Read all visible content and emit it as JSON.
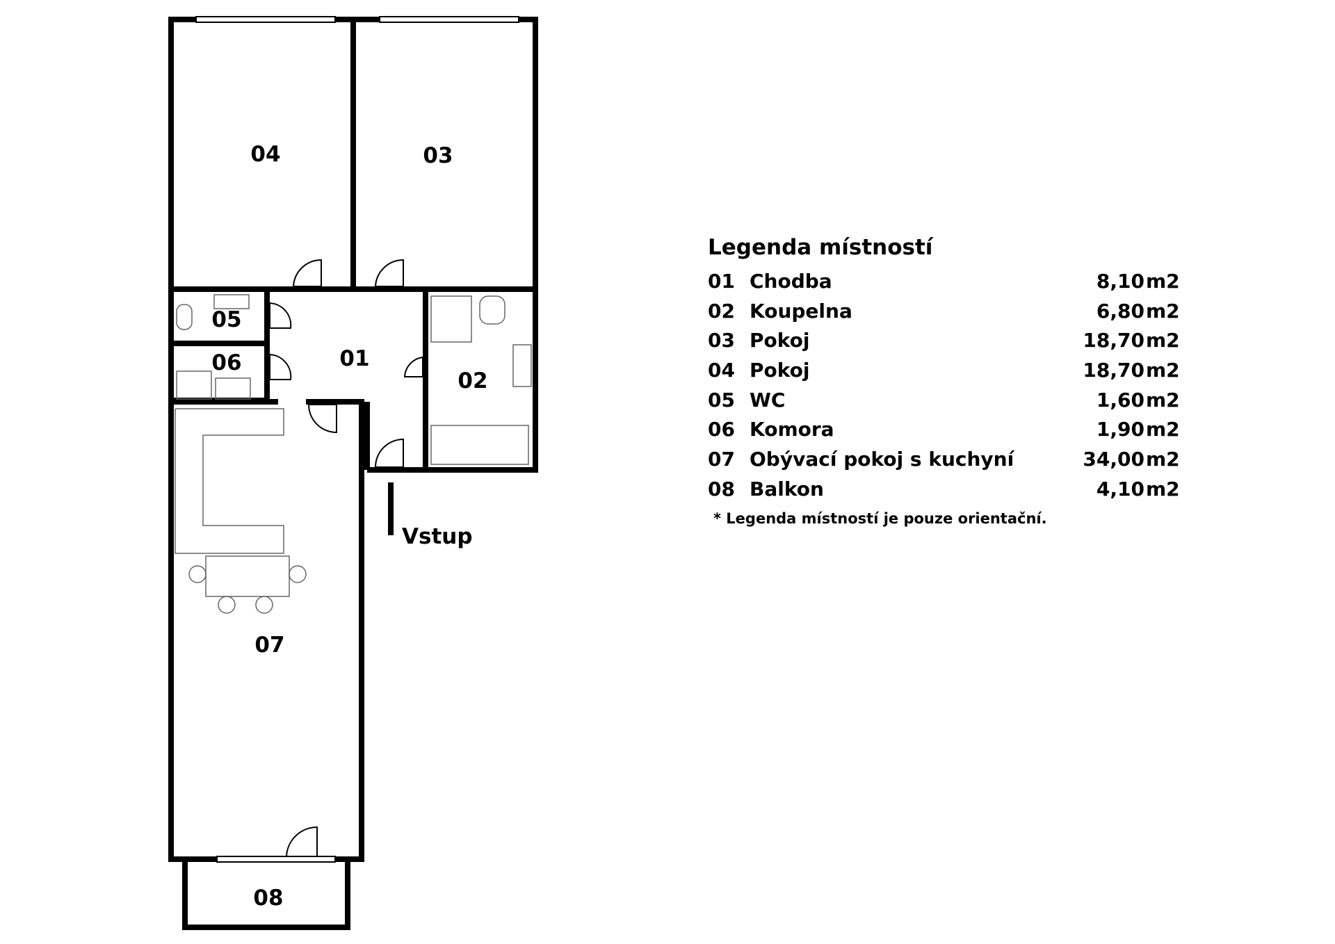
{
  "plan": {
    "rooms": [
      {
        "id": "01",
        "label": "01"
      },
      {
        "id": "02",
        "label": "02"
      },
      {
        "id": "03",
        "label": "03"
      },
      {
        "id": "04",
        "label": "04"
      },
      {
        "id": "05",
        "label": "05"
      },
      {
        "id": "06",
        "label": "06"
      },
      {
        "id": "07",
        "label": "07"
      },
      {
        "id": "08",
        "label": "08"
      }
    ],
    "entry_label": "Vstup"
  },
  "legend": {
    "title": "Legenda místností",
    "items": [
      {
        "num": "01",
        "name": "Chodba",
        "area": "8,10",
        "unit": "m2"
      },
      {
        "num": "02",
        "name": "Koupelna",
        "area": "6,80",
        "unit": "m2"
      },
      {
        "num": "03",
        "name": "Pokoj",
        "area": "18,70",
        "unit": "m2"
      },
      {
        "num": "04",
        "name": "Pokoj",
        "area": "18,70",
        "unit": "m2"
      },
      {
        "num": "05",
        "name": "WC",
        "area": "1,60",
        "unit": "m2"
      },
      {
        "num": "06",
        "name": "Komora",
        "area": "1,90",
        "unit": "m2"
      },
      {
        "num": "07",
        "name": "Obývací pokoj s kuchyní",
        "area": "34,00",
        "unit": "m2"
      },
      {
        "num": "08",
        "name": "Balkon",
        "area": "4,10",
        "unit": "m2"
      }
    ],
    "note": "* Legenda místností je pouze orientační."
  }
}
